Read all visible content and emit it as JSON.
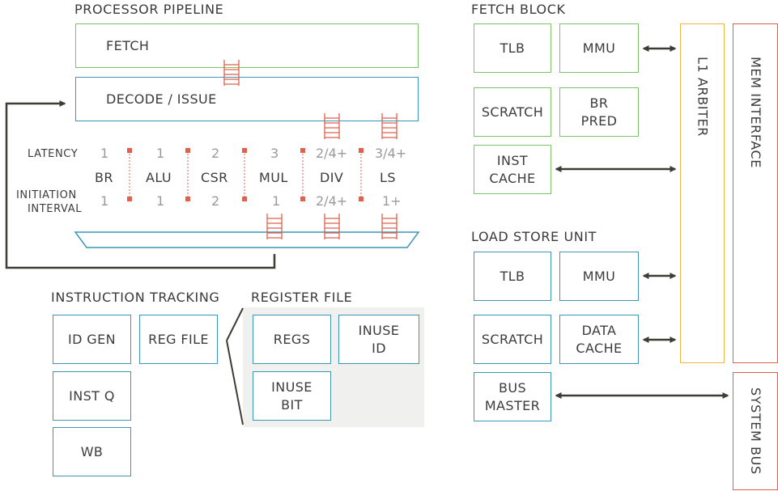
{
  "pipeline": {
    "title": "PROCESSOR PIPELINE",
    "fetch": "FETCH",
    "decode": "DECODE / ISSUE",
    "row_latency": "LATENCY",
    "row_initiation": [
      "INITIATION",
      "INTERVAL"
    ],
    "units": [
      {
        "name": "BR",
        "latency": "1",
        "interval": "1"
      },
      {
        "name": "ALU",
        "latency": "1",
        "interval": "1"
      },
      {
        "name": "CSR",
        "latency": "2",
        "interval": "2"
      },
      {
        "name": "MUL",
        "latency": "3",
        "interval": "1"
      },
      {
        "name": "DIV",
        "latency": "2/4+",
        "interval": "2/4+"
      },
      {
        "name": "LS",
        "latency": "3/4+",
        "interval": "1+"
      }
    ]
  },
  "fetch_block": {
    "title": "FETCH BLOCK",
    "tlb": "TLB",
    "mmu": "MMU",
    "scratch": "SCRATCH",
    "br_pred": [
      "BR",
      "PRED"
    ],
    "inst_cache": [
      "INST",
      "CACHE"
    ]
  },
  "l1_arbiter": "L1 ARBITER",
  "mem_interface": "MEM INTERFACE",
  "system_bus": "SYSTEM BUS",
  "lsu": {
    "title": "LOAD STORE UNIT",
    "tlb": "TLB",
    "mmu": "MMU",
    "scratch": "SCRATCH",
    "data_cache": [
      "DATA",
      "CACHE"
    ],
    "bus_master": [
      "BUS",
      "MASTER"
    ]
  },
  "tracking": {
    "title": "INSTRUCTION TRACKING",
    "id_gen": "ID GEN",
    "reg_file": "REG FILE",
    "inst_q": "INST Q",
    "wb": "WB"
  },
  "register_file": {
    "title": "REGISTER FILE",
    "regs": "REGS",
    "inuse_id": [
      "INUSE",
      "ID"
    ],
    "inuse_bit": [
      "INUSE",
      "BIT"
    ]
  },
  "colors": {
    "green": "#7cc36a",
    "blue": "#3a97b8",
    "orange": "#f0b445",
    "red": "#e0604c",
    "arrow": "#3d3d36",
    "panel": "#f0f0ef"
  }
}
